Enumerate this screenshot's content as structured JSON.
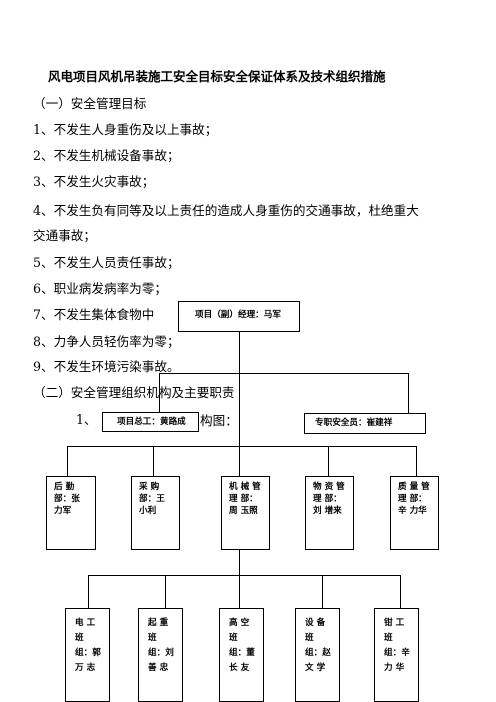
{
  "title": "风电项目风机吊装施工安全目标安全保证体系及技术组织措施",
  "section1_heading": "（一）安全管理目标",
  "goals": [
    "1、不发生人身重伤及以上事故；",
    "2、不发生机械设备事故；",
    "3、不发生火灾事故；",
    "4、不发生负有同等及以上责任的造成人身重伤的交通事故，杜绝重大",
    "交通事故；",
    "5、不发生人员责任事故；",
    "6、职业病发病率为零；",
    "7、不发生集体食物中",
    "8、力争人员轻伤率为零；",
    "9、不发生环境污染事故。"
  ],
  "section2_heading": "（二）安全管理组织机构及主要职责",
  "sub_prefix": "1、",
  "sub_suffix": "构图：",
  "org": {
    "manager": "项目（副）经理：马军",
    "chief_engineer": "项目总工：黄路成",
    "safety_officer": "专职安全员：崔建祥",
    "departments": [
      {
        "text": "后 勤 部：张 力军"
      },
      {
        "text": "采 购 部：王 小利"
      },
      {
        "text": "机 械 管 理 部：周 玉照"
      },
      {
        "text": "物 资 管 理 部：刘 增来"
      },
      {
        "text": "质 量 管 理 部：辛 力华"
      }
    ],
    "teams": [
      {
        "text": "电 工 班 组：郭 万 志"
      },
      {
        "text": "起 重 班 组：刘 善 忠"
      },
      {
        "text": "高 空 班 组：董 长 友"
      },
      {
        "text": "设 备 班 组：赵 文 学"
      },
      {
        "text": "钳 工 班 组：辛 力 华"
      }
    ]
  }
}
